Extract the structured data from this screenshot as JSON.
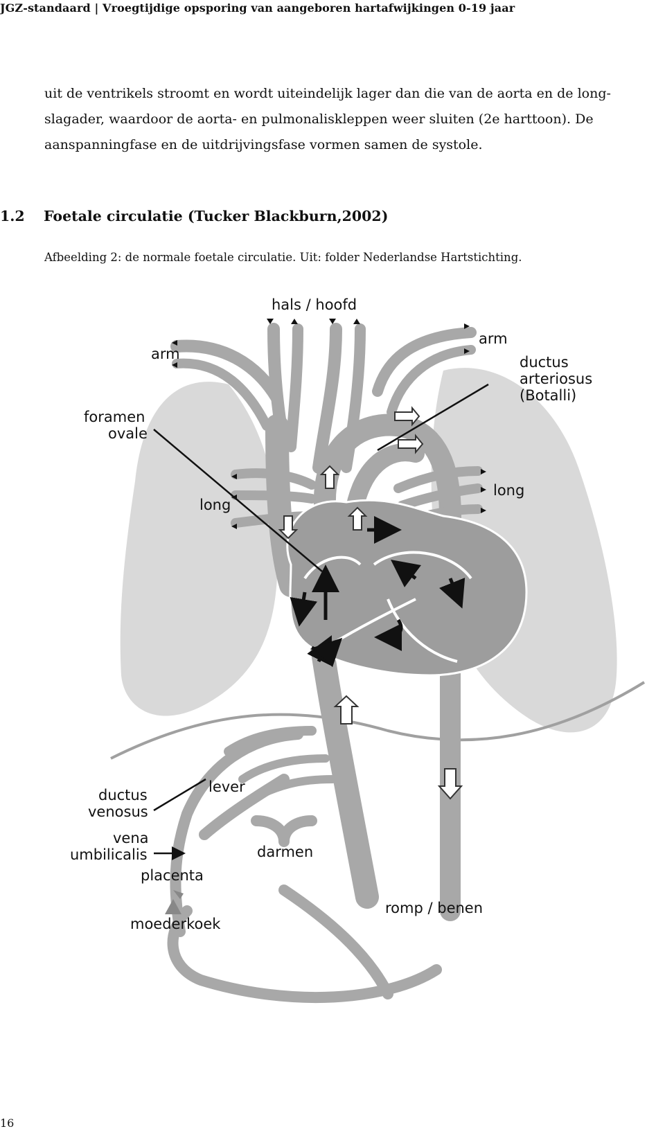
{
  "running_head": "JGZ-standaard | Vroegtijdige opsporing van aangeboren hartafwijkingen 0-19 jaar",
  "body_lines": [
    "uit de ventrikels stroomt en wordt uiteindelijk lager dan die van de aorta en de long-",
    "slagader, waardoor de aorta- en pulmonaliskleppen weer sluiten (2e harttoon). De",
    "aanspanningfase en de uitdrijvingsfase vormen samen de systole."
  ],
  "section": {
    "number": "1.2",
    "title": "Foetale circulatie (Tucker Blackburn,2002)"
  },
  "caption": "Afbeelding 2: de normale foetale circulatie. Uit: folder Nederlandse Hartstichting.",
  "figure_labels": {
    "hals_hoofd": "hals / hoofd",
    "arm_left": "arm",
    "arm_right": "arm",
    "ductus_arteriosus": [
      "ductus",
      "arteriosus",
      "(Botalli)"
    ],
    "foramen_ovale": [
      "foramen",
      "ovale"
    ],
    "long_left": "long",
    "long_right": "long",
    "ductus_venosus": [
      "ductus",
      "venosus"
    ],
    "vena_umbilicalis": [
      "vena",
      "umbilicalis"
    ],
    "lever": "lever",
    "darmen": "darmen",
    "placenta": "placenta",
    "moederkoek": "moederkoek",
    "romp_benen": "romp / benen"
  },
  "page_number": "16"
}
